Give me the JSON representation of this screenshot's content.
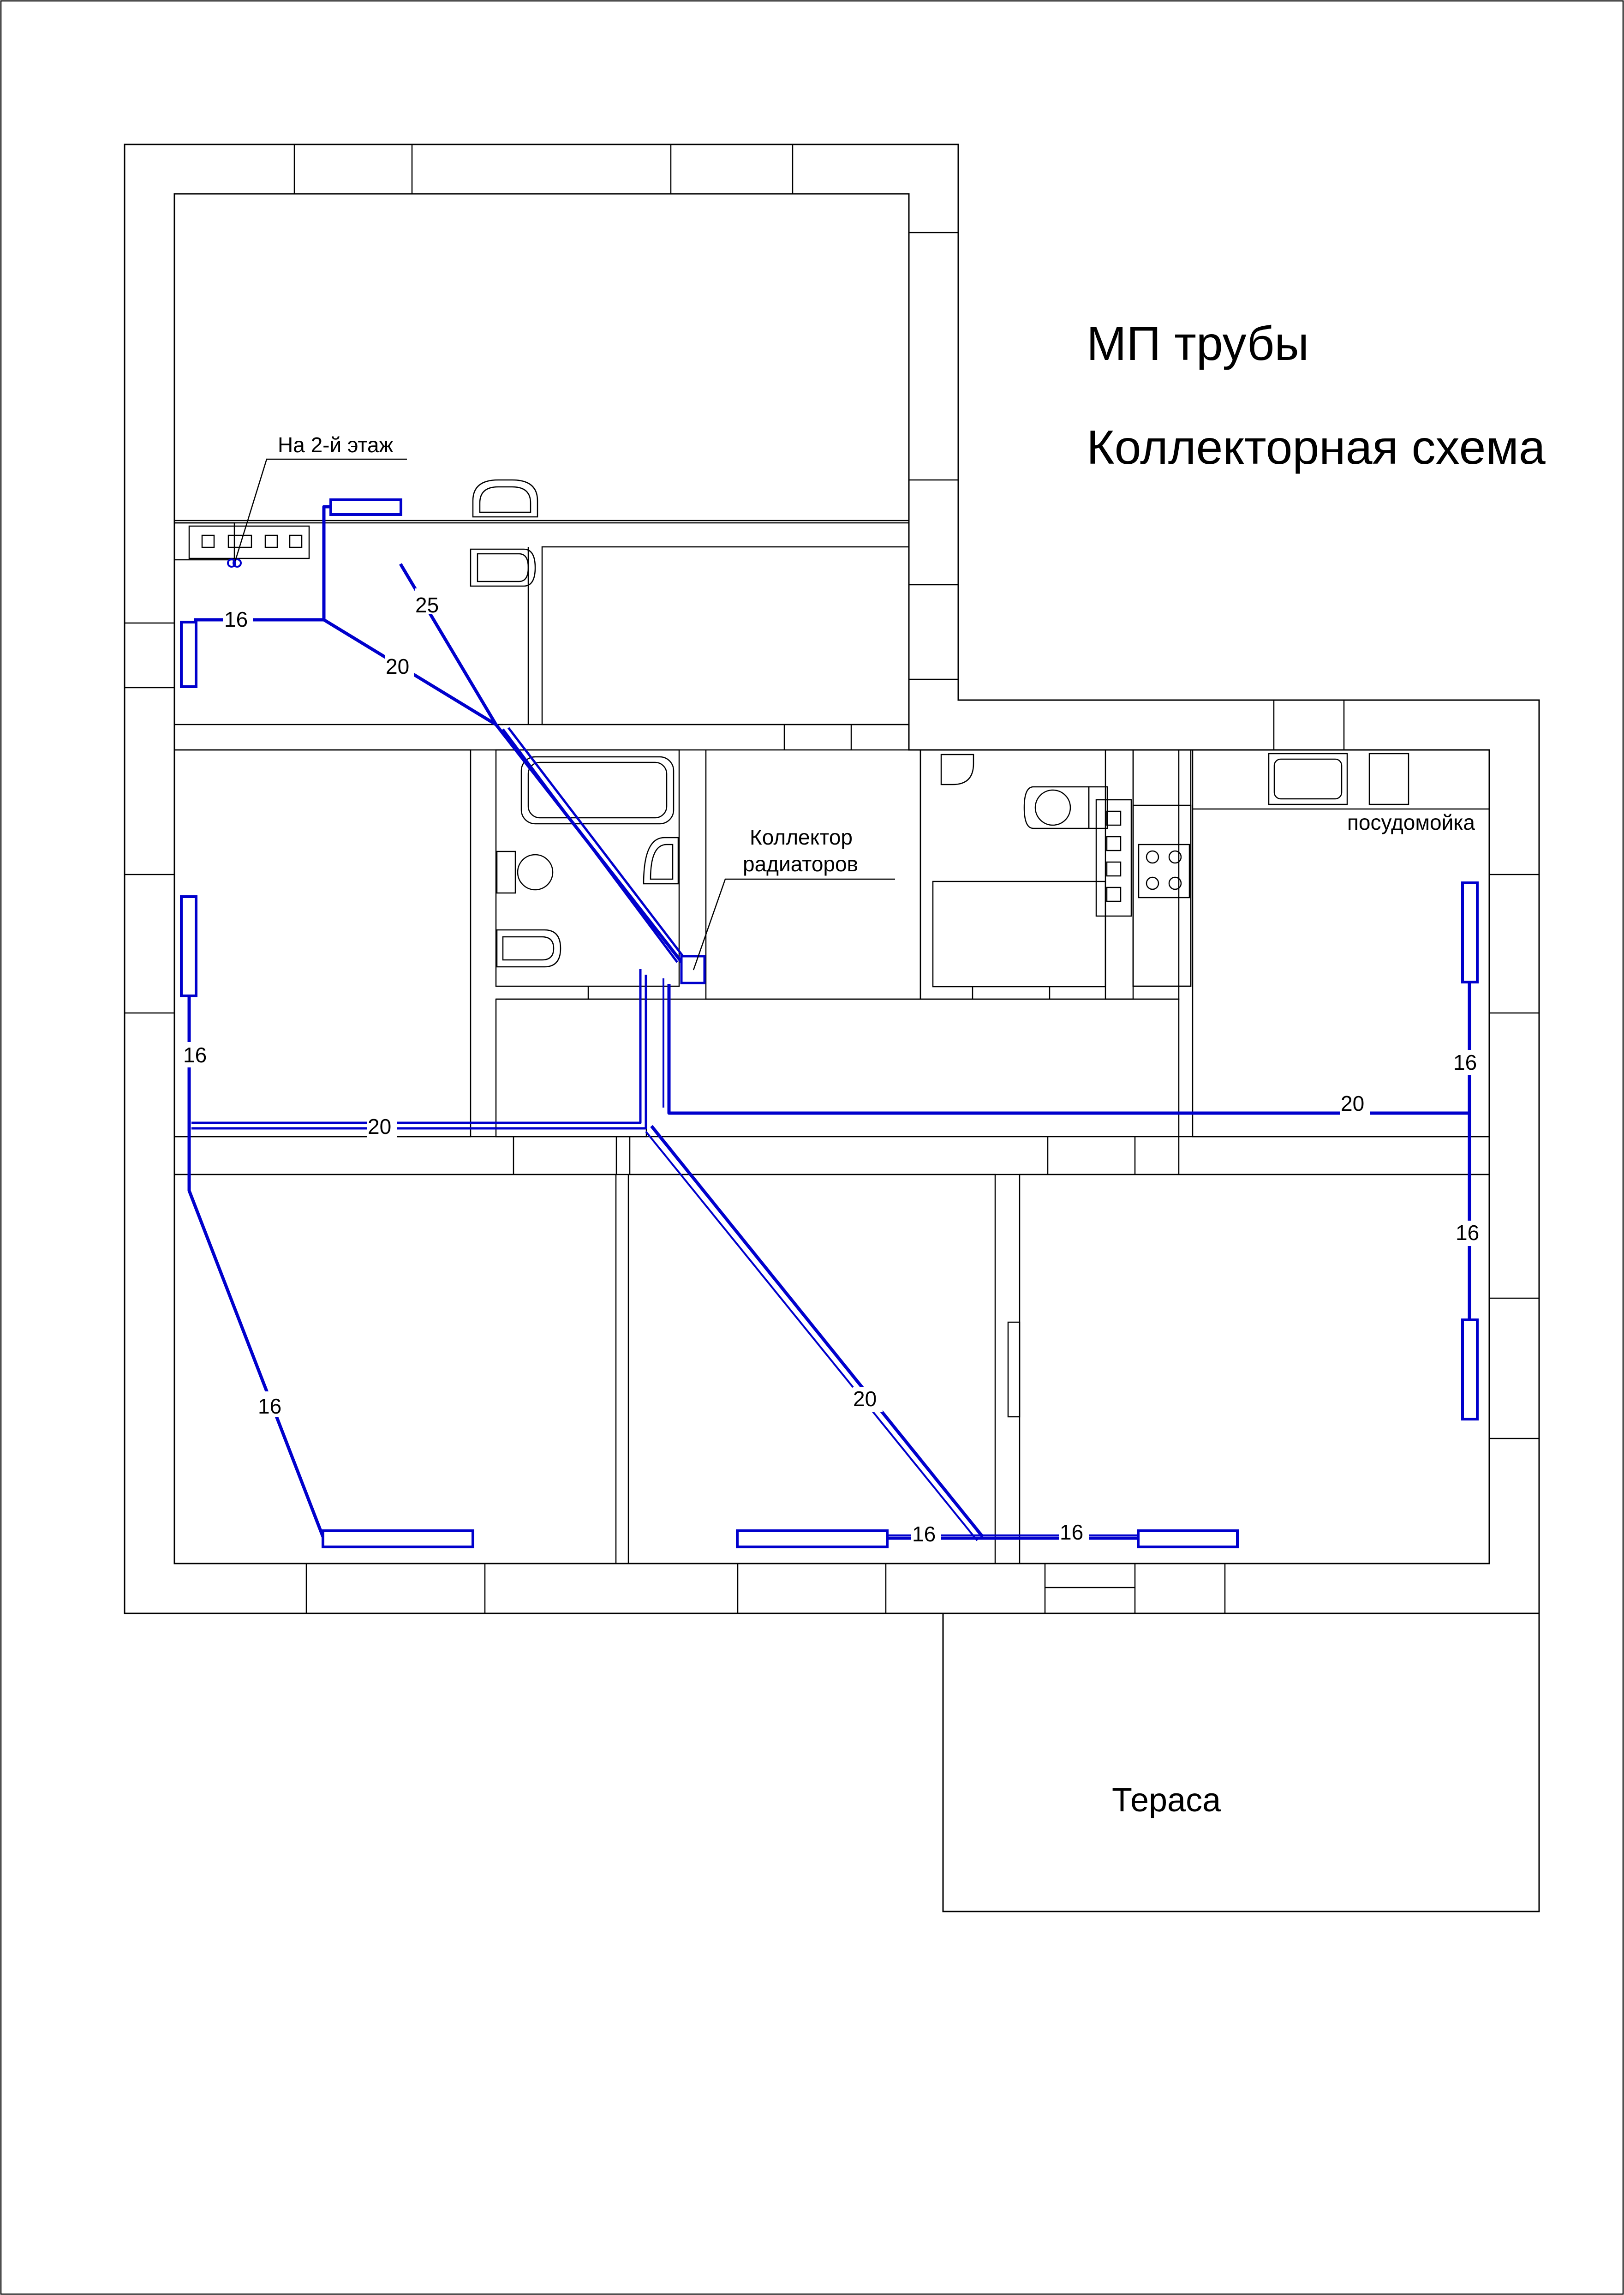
{
  "diagram": {
    "title_line1": "МП трубы",
    "title_line2": "Коллекторная схема",
    "note_second_floor": "На 2-й этаж",
    "collector_label_line1": "Коллектор",
    "collector_label_line2": "радиаторов",
    "dishwasher_label": "посудомойка",
    "terrace_label": "Тераса",
    "pipe_labels": [
      "25",
      "20",
      "16",
      "16",
      "20",
      "16",
      "20",
      "16",
      "16",
      "20",
      "16",
      "16"
    ],
    "pipe_color": "#0000cc",
    "wall_color": "#000000"
  }
}
